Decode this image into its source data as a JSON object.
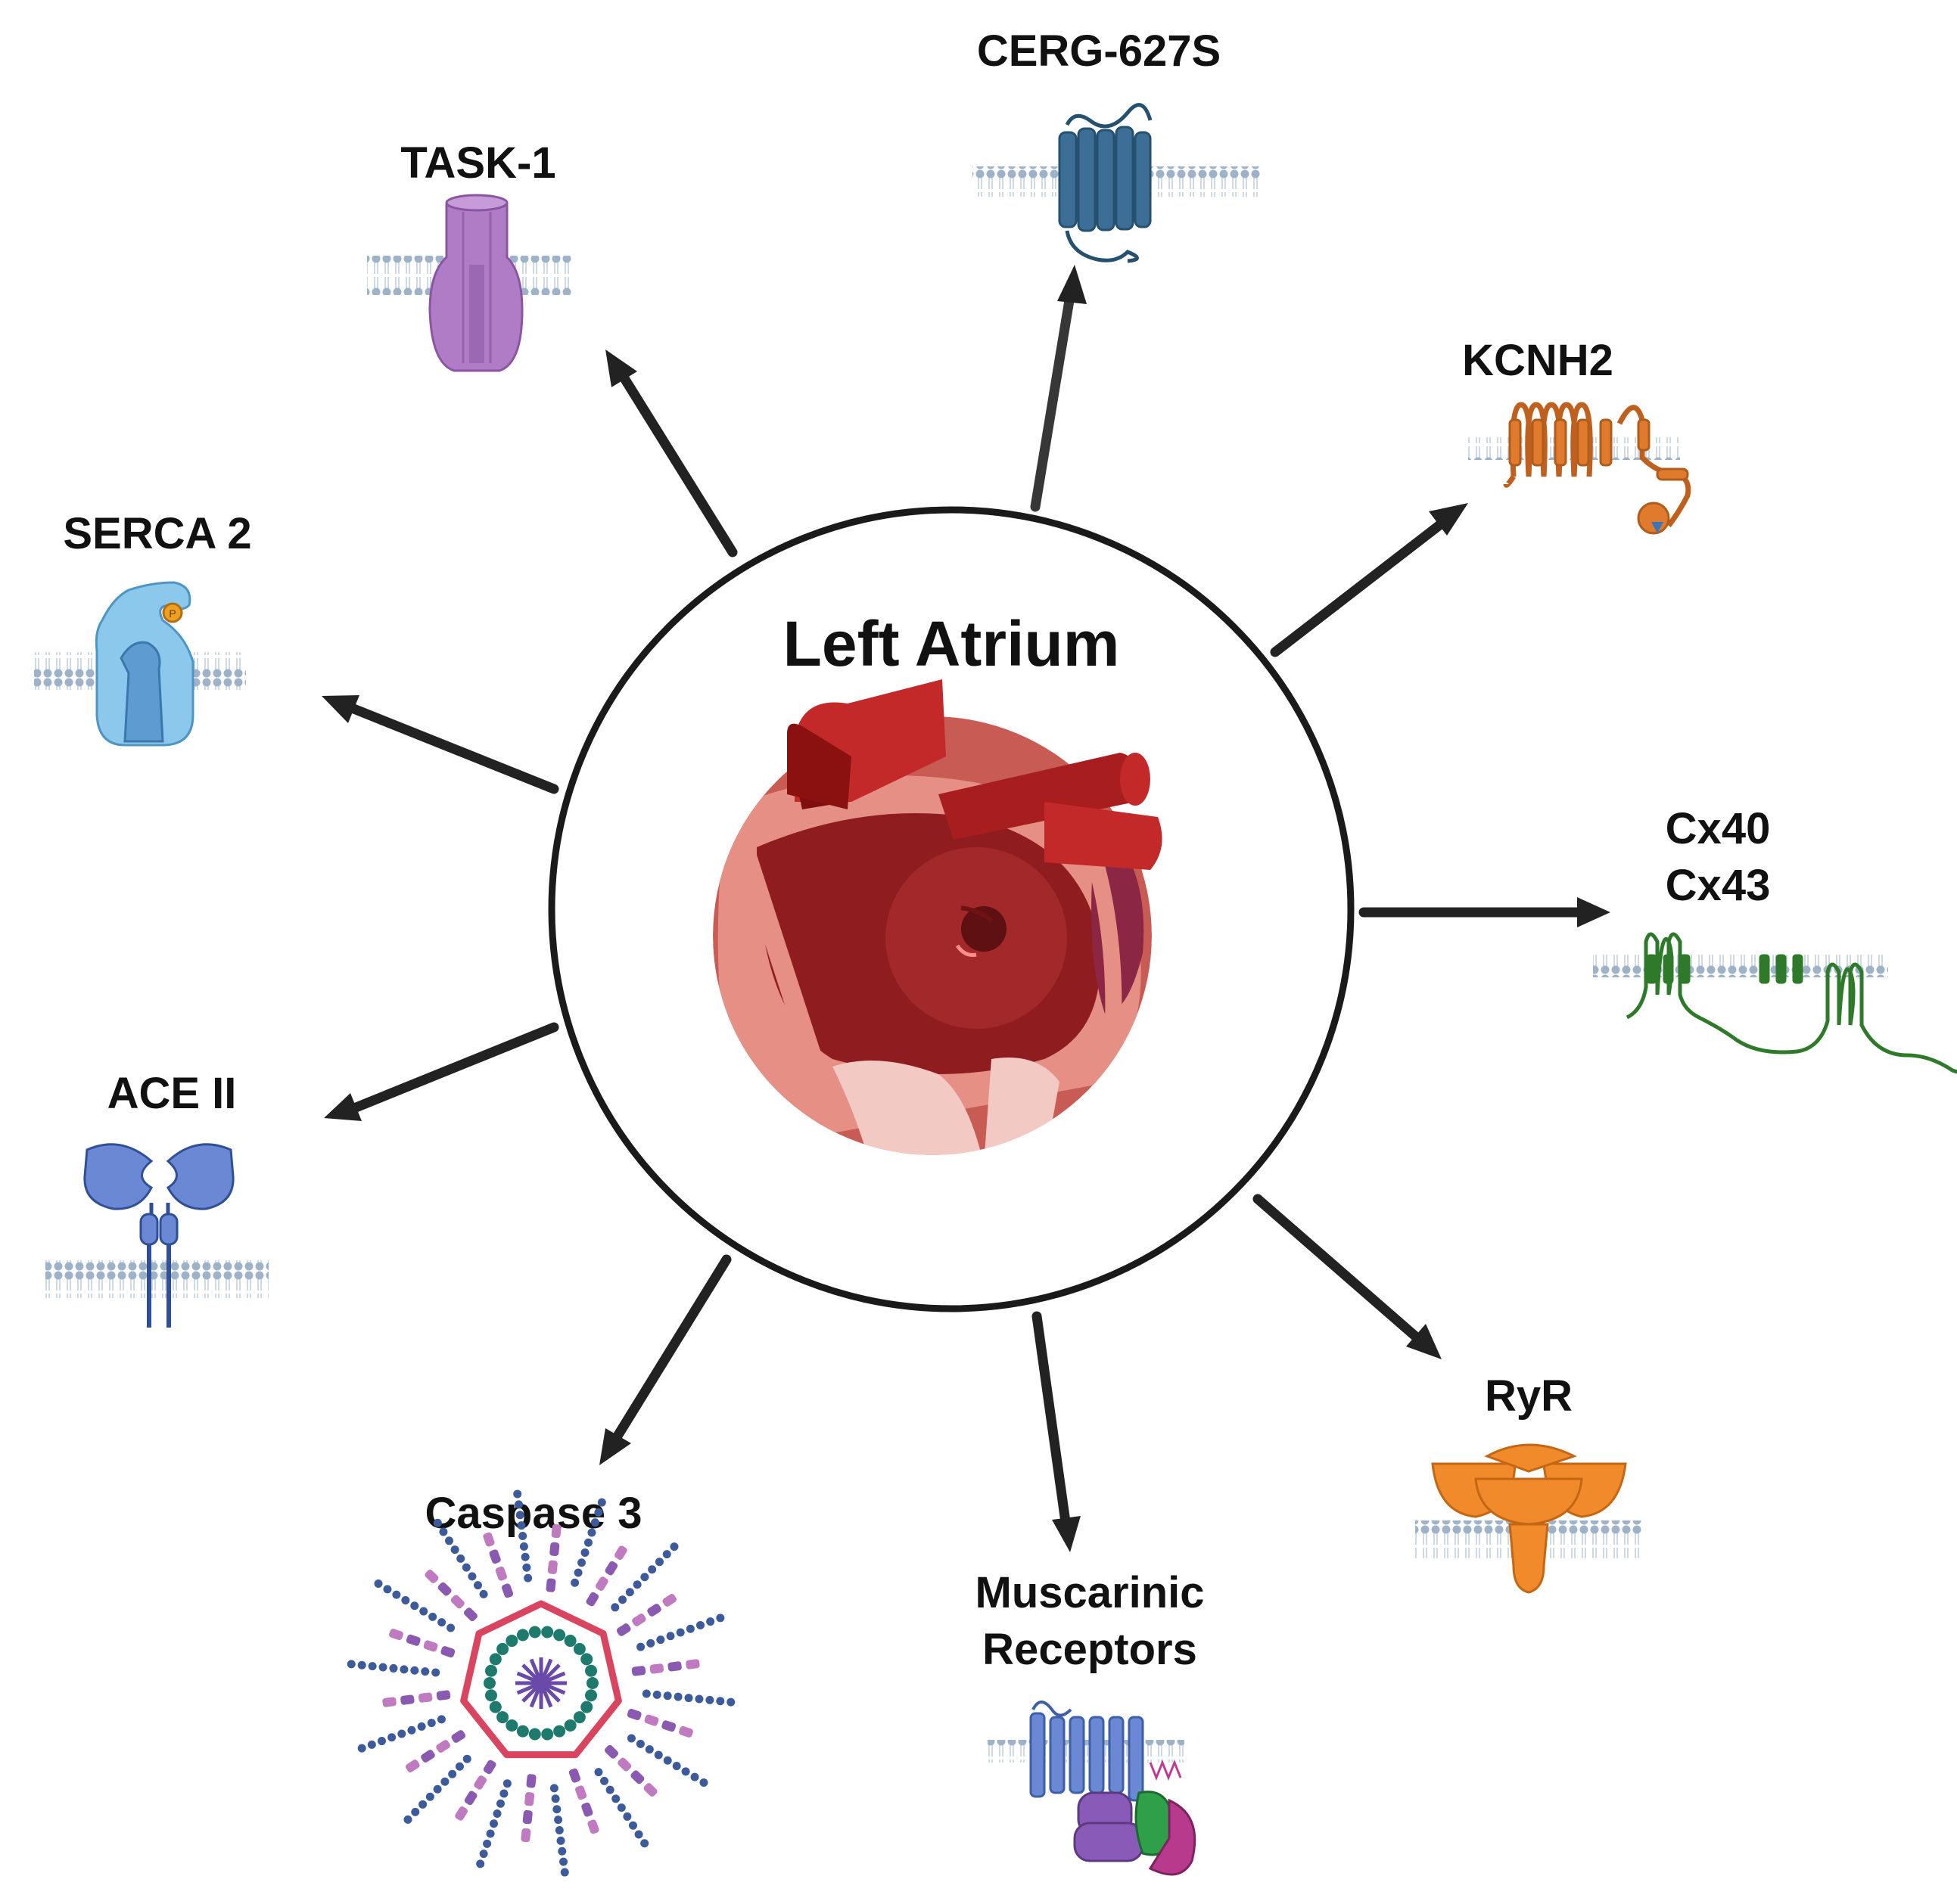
{
  "center": {
    "title": "Left Atrium",
    "image": "heart-cross-section-icon"
  },
  "targets": [
    {
      "key": "cerg",
      "label": "CERG-627S",
      "icon": "gpcr-channel-icon",
      "color": "#3d6f96"
    },
    {
      "key": "kcnh2",
      "label": "KCNH2",
      "icon": "potassium-channel-icon",
      "color": "#e07b2e"
    },
    {
      "key": "cx",
      "label_lines": [
        "Cx40",
        "Cx43"
      ],
      "icon": "connexin-icon",
      "color": "#2e7a2a"
    },
    {
      "key": "ryr",
      "label": "RyR",
      "icon": "ryanodine-receptor-icon",
      "color": "#f08a2a"
    },
    {
      "key": "musc",
      "label_lines": [
        "Muscarinic",
        "Receptors"
      ],
      "icon": "muscarinic-receptor-icon",
      "color": "#5a78c8"
    },
    {
      "key": "casp",
      "label": "Caspase 3",
      "icon": "apoptosome-icon",
      "color": "#d9455f"
    },
    {
      "key": "ace",
      "label": "ACE II",
      "icon": "ace2-receptor-icon",
      "color": "#5a78c0"
    },
    {
      "key": "serca",
      "label": "SERCA 2",
      "icon": "serca-pump-icon",
      "color": "#7ec3e8"
    },
    {
      "key": "task",
      "label": "TASK-1",
      "icon": "task1-channel-icon",
      "color": "#b07cc6"
    }
  ]
}
